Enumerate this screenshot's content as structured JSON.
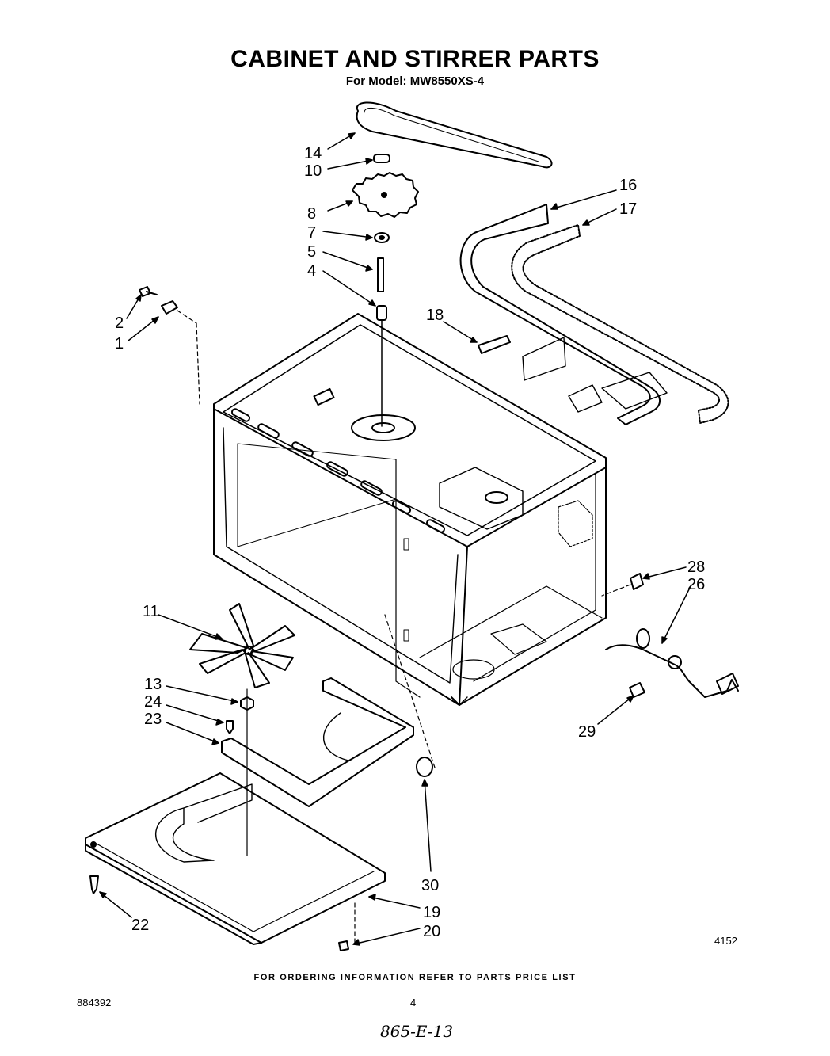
{
  "header": {
    "title": "CABINET AND STIRRER PARTS",
    "subtitle": "For Model: MW8550XS-4"
  },
  "diagram": {
    "callouts": [
      "14",
      "10",
      "8",
      "7",
      "5",
      "4",
      "2",
      "1",
      "18",
      "16",
      "17",
      "28",
      "26",
      "29",
      "11",
      "13",
      "24",
      "23",
      "22",
      "30",
      "19",
      "20"
    ]
  },
  "footer": {
    "ordering_note": "FOR ORDERING INFORMATION REFER TO PARTS PRICE LIST",
    "document_number": "884392",
    "page_number": "4",
    "figure_number": "4152",
    "handwritten_note": "865-E-13"
  }
}
